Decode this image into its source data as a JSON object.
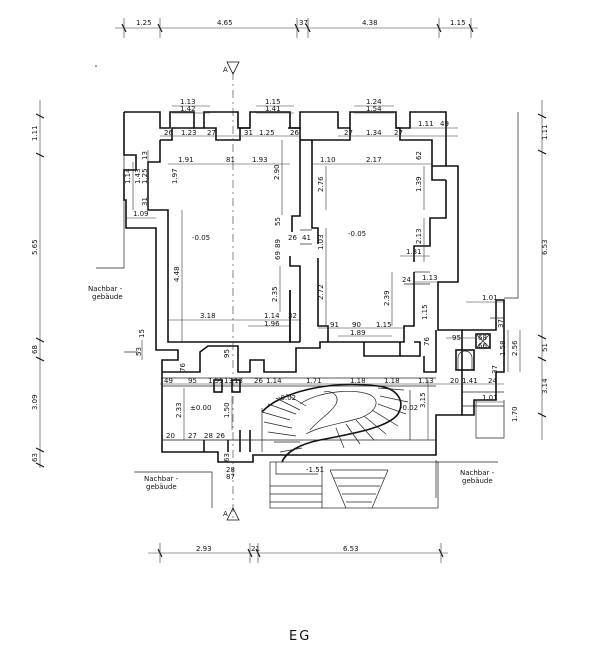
{
  "drawing": {
    "title": "EG",
    "section_mark": "A",
    "neighbor_building": [
      "Nachbar -",
      "gebäude"
    ],
    "neighbor_building_right": [
      "Nachbar -",
      "gebäude"
    ],
    "levels": {
      "left_room": "-0.05",
      "right_room": "-0.05",
      "hall_left": "±0.00",
      "hall_mid": "-0.02",
      "hall_right": "-0.02",
      "exterior": "-1.51"
    },
    "dims_top": [
      "1.25",
      "4.65",
      "37",
      "4.38",
      "1.15"
    ],
    "dims_bottom": [
      "2.93",
      "21",
      "6.53"
    ],
    "dims_left": [
      "1.11",
      "5.65",
      "68",
      "3.09",
      "63"
    ],
    "dims_right": [
      "1.11",
      "6.53",
      "51",
      "3.14"
    ],
    "dims_inner": {
      "a1": "1.13",
      "a2": "1.42",
      "a3": "1.15",
      "a4": "1.41",
      "a5": "1.24",
      "a6": "1.54",
      "b1": "26",
      "b2": "1.23",
      "b3": "27",
      "b4": "31",
      "b5": "1.25",
      "b6": "26",
      "b7": "27",
      "b8": "1.34",
      "b9": "27",
      "b10": "1.11",
      "b11": "49",
      "c1": "1.91",
      "c2": "81",
      "c3": "1.93",
      "c4": "1.10",
      "c5": "2.17",
      "c6": "2.90",
      "c7": "2.76",
      "c8": "1.39",
      "c9": "62",
      "d1": "1.14",
      "d2": "1.43",
      "d3": "1.25",
      "d4": "13",
      "d5": "1.97",
      "d6": "31",
      "d7": "1.09",
      "e1": "55",
      "e2": "89",
      "e3": "69",
      "e4": "26",
      "e5": "41",
      "e6": "1.03",
      "e7": "2.13",
      "e8": "1.31",
      "e9": "4.48",
      "f1": "2.72",
      "f2": "2.39",
      "f3": "1.13",
      "f4": "24",
      "f5": "2.35",
      "g1": "3.18",
      "g2": "1.14",
      "g3": "32",
      "g4": "1.96",
      "g5": "91",
      "g6": "90",
      "g7": "1.15",
      "g8": "1.89",
      "g9": "1.15",
      "g10": "1.01",
      "g11": "37",
      "h1": "15",
      "h2": "53",
      "h3": "76",
      "h4": "95",
      "h5": "76",
      "h6": "95",
      "h7": "68",
      "h8": "66",
      "h9": "2.56",
      "h10": "1.58",
      "i1": "49",
      "i2": "95",
      "i3": "1.55",
      "i4": "13",
      "i5": "13",
      "i6": "26",
      "i7": "1.14",
      "i8": "1.71",
      "i9": "1.18",
      "i10": "1.18",
      "i11": "1.13",
      "i12": "20",
      "i13": "1.41",
      "i14": "24",
      "j1": "2.33",
      "j2": "1.50",
      "j3": "3.15",
      "j4": "1.01",
      "j5": "1.70",
      "k1": "20",
      "k2": "27",
      "k3": "28",
      "k4": "26",
      "k5": "63",
      "k6": "28",
      "k7": "87",
      "k8": "37"
    }
  }
}
